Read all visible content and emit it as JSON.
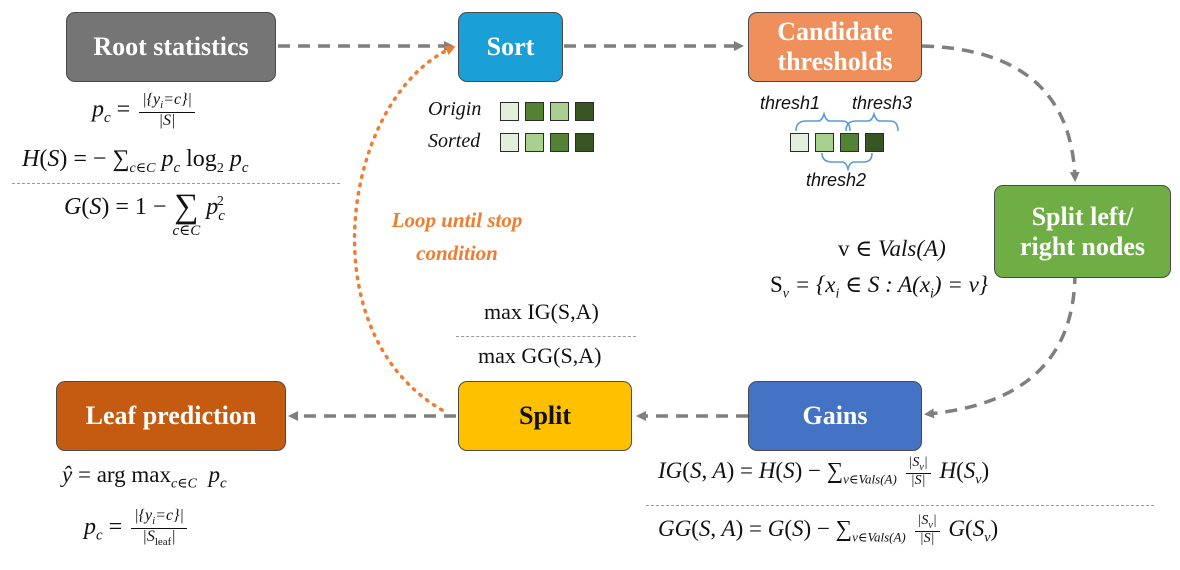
{
  "nodes": {
    "root": {
      "label": "Root statistics",
      "color": "#757575"
    },
    "sort": {
      "label": "Sort",
      "color": "#1aa0d6"
    },
    "candidate": {
      "label": "Candidate thresholds",
      "color": "#ee8f5c"
    },
    "splitlr": {
      "label": "Split left/ right nodes",
      "color": "#6fad45"
    },
    "gains": {
      "label": "Gains",
      "color": "#4472c4"
    },
    "split": {
      "label": "Split",
      "color": "#ffc000"
    },
    "leaf": {
      "label": "Leaf prediction",
      "color": "#c55a11"
    }
  },
  "sort_panel": {
    "origin_label": "Origin",
    "sorted_label": "Sorted",
    "origin_colors": [
      "#e2efda",
      "#548235",
      "#a9d08e",
      "#375623"
    ],
    "sorted_colors": [
      "#e2efda",
      "#a9d08e",
      "#548235",
      "#375623"
    ]
  },
  "thresholds": {
    "labels": [
      "thresh1",
      "thresh2",
      "thresh3"
    ],
    "colors": [
      "#e2efda",
      "#a9d08e",
      "#548235",
      "#375623"
    ]
  },
  "loop_label": "Loop until stop condition",
  "loop_color": "#ed7d31",
  "split_criteria": [
    "max IG(S,A)",
    "max GG(S,A)"
  ],
  "formula_text": {
    "p": "p",
    "c": "c",
    "y": "y",
    "i": "i",
    "S": "S",
    "H": "H",
    "G": "G",
    "C": "C",
    "v": "v",
    "A": "A",
    "x": "x",
    "IG": "IG",
    "GG": "GG",
    "Vals": "Vals",
    "leaf": "leaf",
    "log": "log",
    "argmax": "arg max",
    "sum": "∑",
    "bigsum": "∑",
    "in": "∈",
    "eq": "=",
    "minus": "−",
    "one": "1",
    "two": "2",
    "set_c": "|{y",
    "set_eq": "=c}|",
    "abs_S": "|S|",
    "abs_Sv": "|S",
    "abs_close": "|",
    "yhat": "ŷ",
    "sub_cC": "c∈C",
    "sub_vVals": "v∈Vals(A)",
    "val_v": "v",
    "val_in_vals": "∈ Vals(A)",
    "sv_lhs": "S",
    "sv_rhs": "= {x",
    "sv_mid": "∈ S : A(x",
    "sv_end": ") = v}"
  },
  "edge_color": "#7f7f7f"
}
